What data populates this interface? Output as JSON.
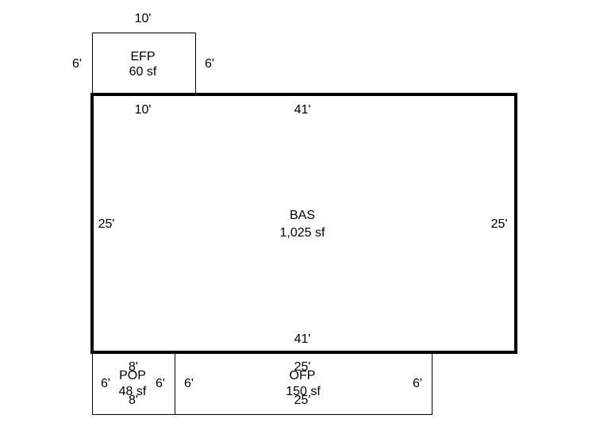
{
  "colors": {
    "line": "#000000",
    "background": "#ffffff"
  },
  "areas": {
    "efp": {
      "code": "EFP",
      "area": "60 sf",
      "dims": {
        "top": "10'",
        "left": "6'",
        "right": "6'",
        "bottom": "10'"
      }
    },
    "bas": {
      "code": "BAS",
      "area": "1,025 sf",
      "dims": {
        "top": "41'",
        "left": "25'",
        "right": "25'",
        "bottom": "41'"
      }
    },
    "pop": {
      "code": "POP",
      "area": "48 sf",
      "dims": {
        "top": "8'",
        "left": "6'",
        "right": "6'",
        "bottom": "8'"
      }
    },
    "ofp": {
      "code": "OFP",
      "area": "150 sf",
      "dims": {
        "top": "25'",
        "left": "6'",
        "right": "6'",
        "bottom": "25'"
      }
    }
  }
}
